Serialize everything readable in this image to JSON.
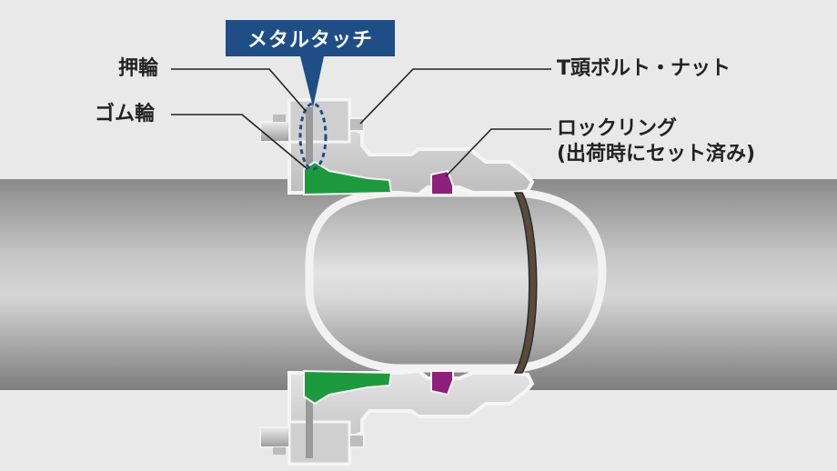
{
  "callout": {
    "metal_touch": "メタルタッチ"
  },
  "labels": {
    "push_ring": "押輪",
    "rubber_ring": "ゴム輪",
    "t_bolt_nut": "T頭ボルト・ナット",
    "locking_ring_line1": "ロックリング",
    "locking_ring_line2": "(出荷時にセット済み)"
  },
  "colors": {
    "background": "#e9e9e9",
    "callout": "#1f4e86",
    "rubber_ring": "#1e9a3e",
    "locking_ring": "#8e1f7a",
    "metal": "#d2d2d2",
    "pipe": "#9a9a9a"
  }
}
